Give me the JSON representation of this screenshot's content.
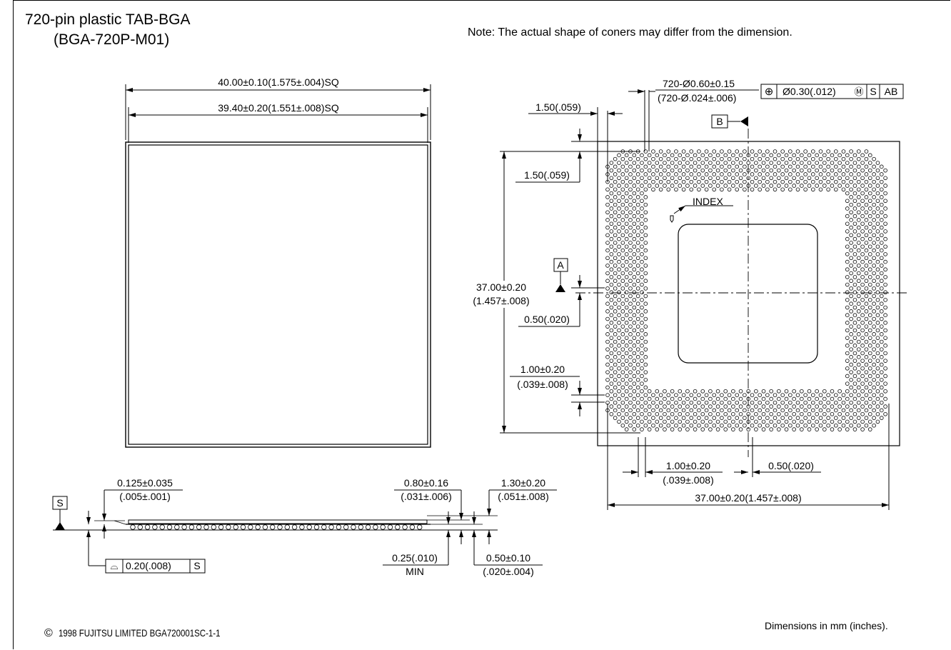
{
  "title": {
    "line1": "720-pin plastic TAB-BGA",
    "line2": "(BGA-720P-M01)"
  },
  "note": "Note: The actual shape of coners may differ from the dimension.",
  "footer": {
    "copyright_symbol": "©",
    "copyright": "1998 FUJITSU LIMITED BGA720001SC-1-1",
    "units": "Dimensions in mm (inches)."
  },
  "top_view": {
    "outer_dim": "40.00±0.10(1.575±.004)SQ",
    "inner_dim": "39.40±0.20(1.551±.008)SQ"
  },
  "ball_view": {
    "ball_dim_1": "720-Ø0.60±0.15",
    "ball_dim_2": "(720-Ø.024±.006)",
    "fcf": {
      "position_symbol": "⊕",
      "tolerance": "Ø0.30(.012)",
      "modifier": "Ⓜ",
      "datum1": "S",
      "datum2": "AB"
    },
    "datum_a": "A",
    "datum_b": "B",
    "edge_offset_h": "1.50(.059)",
    "edge_offset_v": "1.50(.059)",
    "index": "INDEX",
    "height_1": "37.00±0.20",
    "height_2": "(1.457±.008)",
    "half_pitch_v": "0.50(.020)",
    "pitch_v_1": "1.00±0.20",
    "pitch_v_2": "(.039±.008)",
    "pitch_h_1": "1.00±0.20",
    "pitch_h_2": "(.039±.008)",
    "half_pitch_h": "0.50(.020)",
    "width": "37.00±0.20(1.457±.008)"
  },
  "side_view": {
    "datum_s": "S",
    "thk_1": "0.125±0.035",
    "thk_2": "(.005±.001)",
    "ht_1": "0.80±0.16",
    "ht_2": "(.031±.006)",
    "total_1": "1.30±0.20",
    "total_2": "(.051±.008)",
    "standoff_1": "0.25(.010)",
    "standoff_2": "MIN",
    "ball_h_1": "0.50±0.10",
    "ball_h_2": "(.020±.004)",
    "flatness_symbol": "⌓",
    "flatness": "0.20(.008)",
    "flatness_datum": "S"
  },
  "ball_grid": {
    "pitch_mm": 1.0,
    "staggered": true,
    "ball_count": 720,
    "die_window": "rounded-square"
  }
}
